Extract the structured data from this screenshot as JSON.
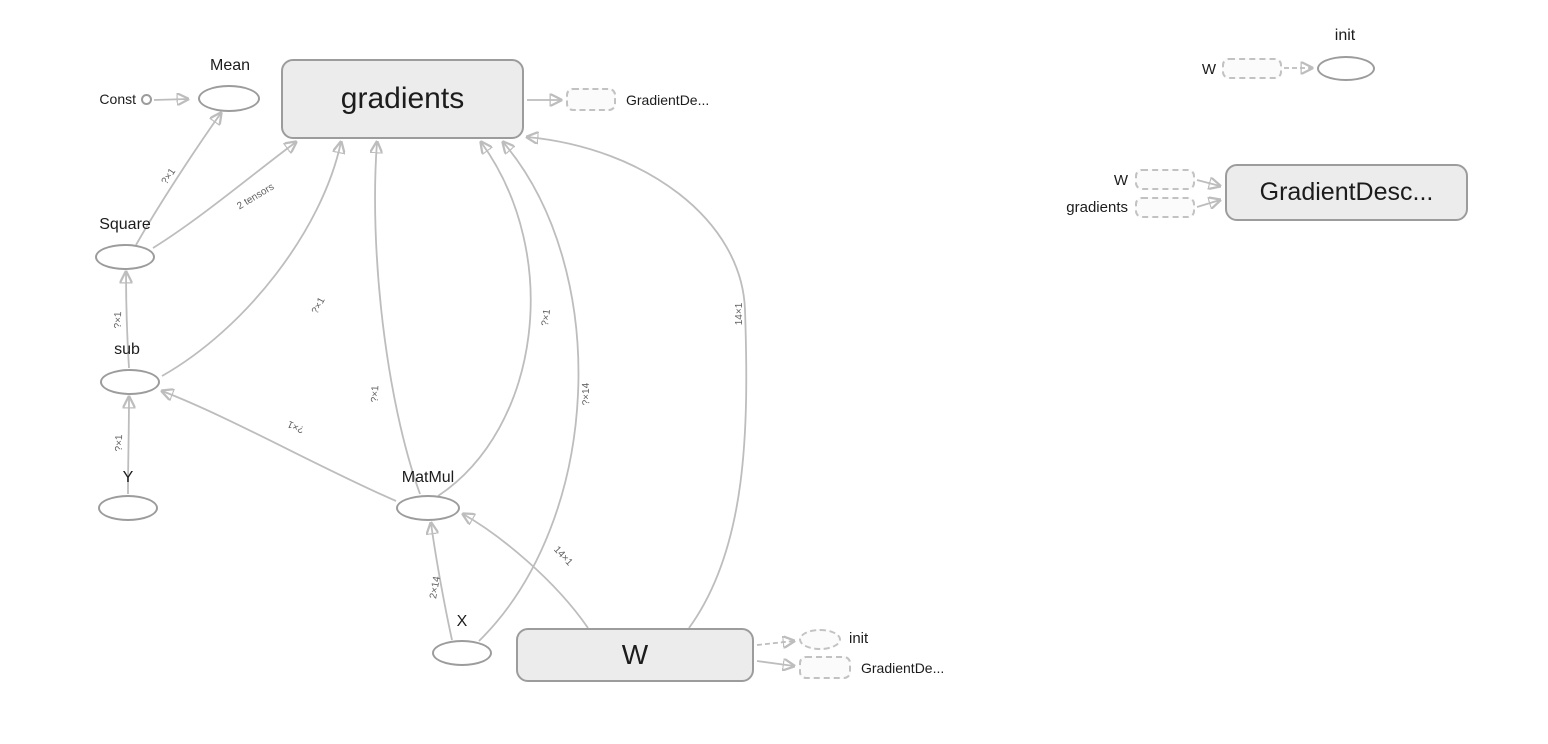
{
  "nodes": {
    "const": {
      "label": "Const"
    },
    "mean": {
      "label": "Mean"
    },
    "gradients": {
      "label": "gradients"
    },
    "gradients_out_stub": {
      "label": "GradientDe..."
    },
    "square": {
      "label": "Square"
    },
    "sub": {
      "label": "sub"
    },
    "y": {
      "label": "Y"
    },
    "matmul": {
      "label": "MatMul"
    },
    "x": {
      "label": "X"
    },
    "w": {
      "label": "W"
    },
    "w_init_stub": {
      "label": "init"
    },
    "w_out_stub": {
      "label": "GradientDe..."
    }
  },
  "edges": [
    {
      "label": "?×1"
    },
    {
      "label": "2 tensors"
    },
    {
      "label": "?×1"
    },
    {
      "label": "?×1"
    },
    {
      "label": "?×1"
    },
    {
      "label": "?×1"
    },
    {
      "label": "?×1"
    },
    {
      "label": "?×14"
    },
    {
      "label": "14×1"
    },
    {
      "label": "?×1"
    },
    {
      "label": "2×14"
    },
    {
      "label": "14×1"
    }
  ],
  "aux": {
    "init": {
      "input": "W",
      "node": "init"
    },
    "gradient_descent": {
      "inputs": [
        {
          "label": "W"
        },
        {
          "label": "gradients"
        }
      ],
      "node": "GradientDesc..."
    }
  },
  "colors": {
    "edge": "#bdbdbd",
    "node_stroke": "#9c9c9c",
    "namespace_fill": "#ececec",
    "label": "#1c1c1c",
    "edge_label": "#5f5f5f"
  }
}
